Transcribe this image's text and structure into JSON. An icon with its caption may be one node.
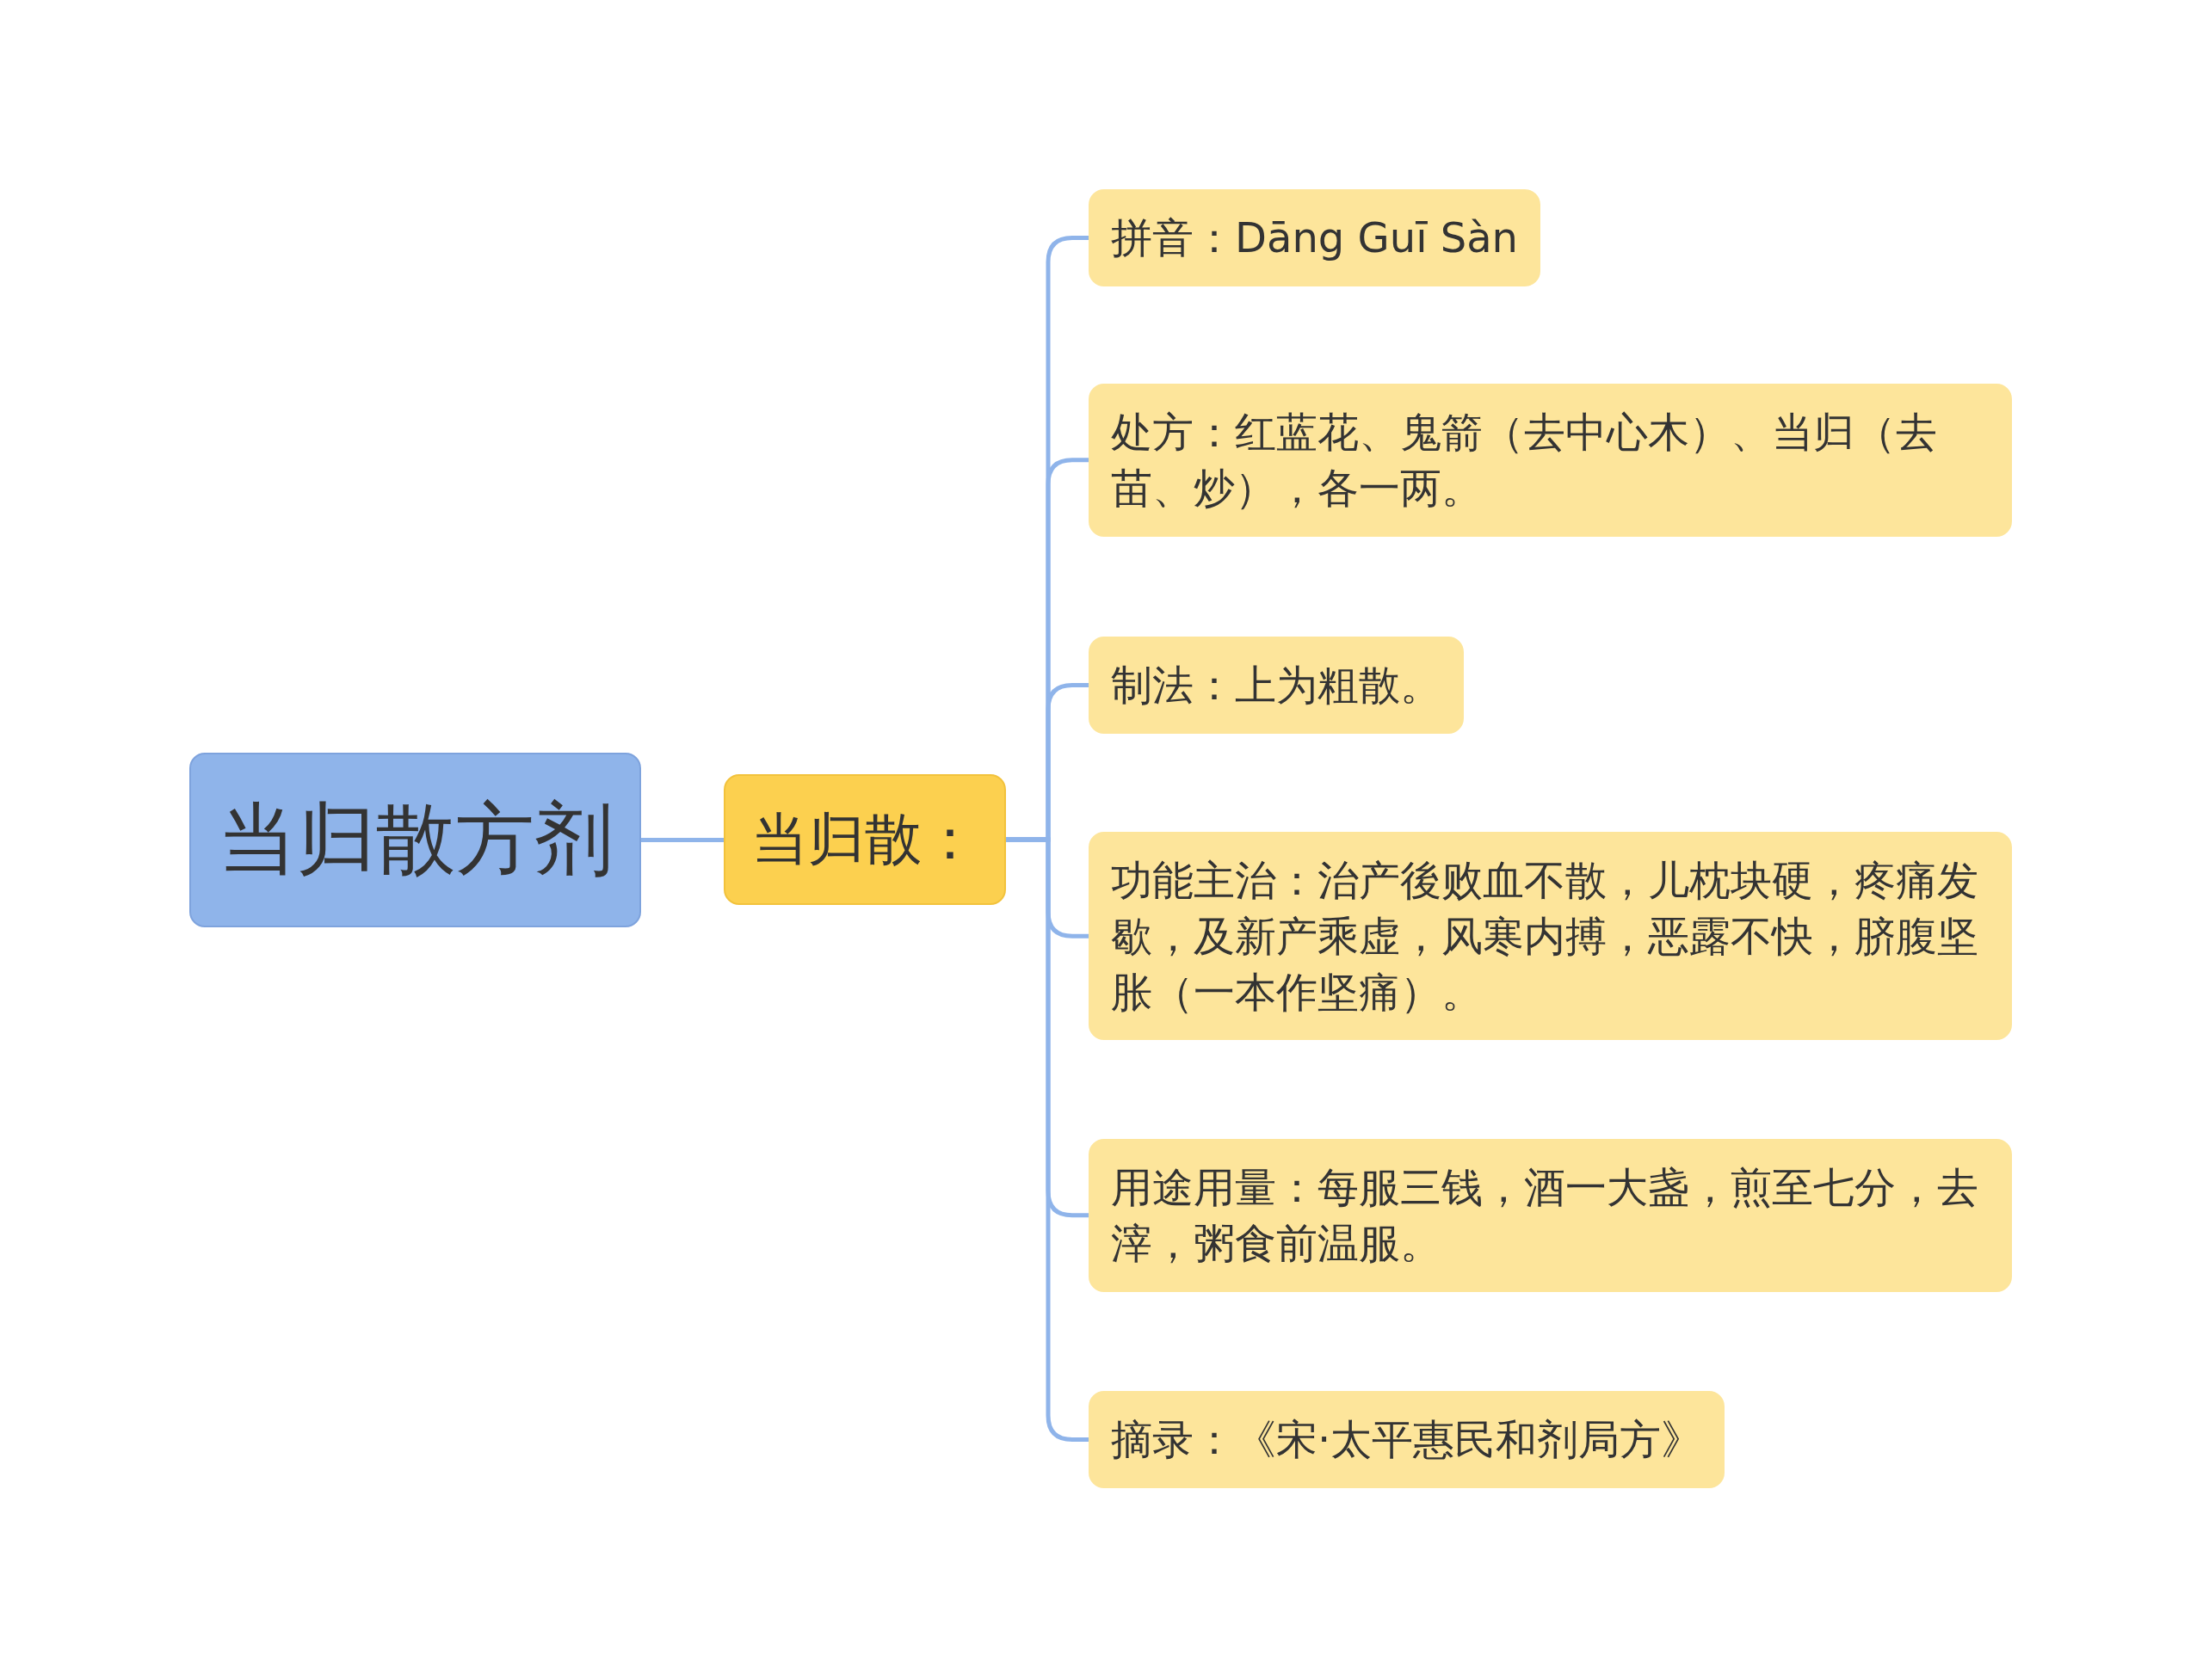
{
  "diagram": {
    "nodes": [
      {
        "text": [
          "当归散方剂"
        ]
      },
      {
        "text": [
          "当归散："
        ]
      },
      {
        "text": [
          "拼音：Dāng Guī Sàn"
        ]
      },
      {
        "text": [
          "处方：红蓝花、鬼箭（去中心木）、当归（去苗、炒），各一两。"
        ]
      },
      {
        "text": [
          "制法：上为粗散。"
        ]
      },
      {
        "text": [
          "功能主治：治产後败血不散，儿枕块硬，疼痛发歇，及新产乘虚，风寒内搏，恶露不快，脐腹坚胀（一本作坚痛）。"
        ]
      },
      {
        "text": [
          "用途用量：每服三钱，酒一大盏，煎至七分，去滓，粥食前温服。"
        ]
      },
      {
        "text": [
          "摘录：《宋·太平惠民和剂局方》"
        ]
      }
    ],
    "edges": [
      {
        "from": 0,
        "to": 1,
        "arrow": "none"
      },
      {
        "from": 1,
        "to": 2,
        "arrow": "none"
      },
      {
        "from": 1,
        "to": 3,
        "arrow": "none"
      },
      {
        "from": 1,
        "to": 4,
        "arrow": "none"
      },
      {
        "from": 1,
        "to": 5,
        "arrow": "none"
      },
      {
        "from": 1,
        "to": 6,
        "arrow": "none"
      },
      {
        "from": 1,
        "to": 7,
        "arrow": "none"
      }
    ]
  }
}
